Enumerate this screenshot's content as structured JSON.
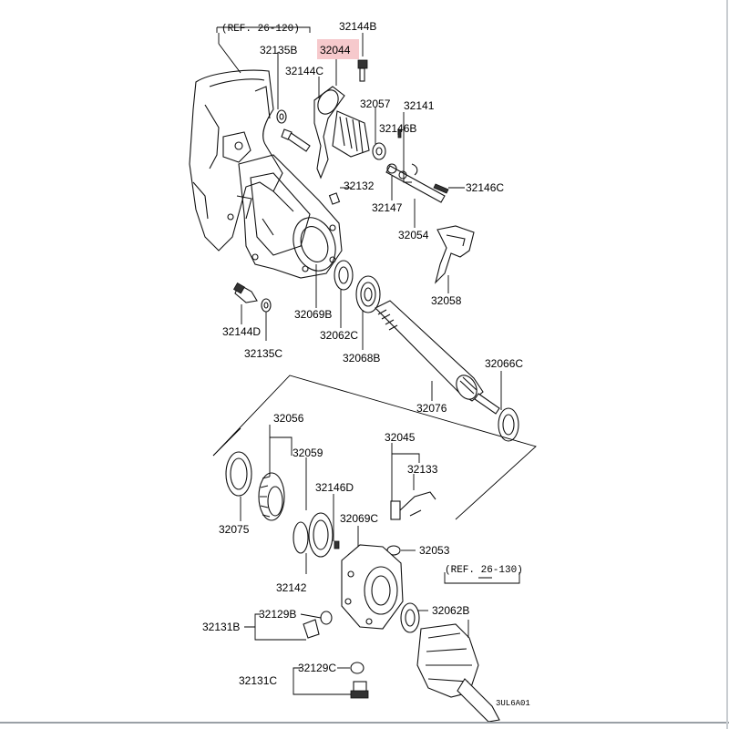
{
  "refs": {
    "top": "(REF. 26-120)",
    "bottom": "(REF. 26-130)"
  },
  "highlight_color": "#f6c9cc",
  "highlighted_part": "32044",
  "diagram_code": "3UL6A01",
  "labels": {
    "p32144B": "32144B",
    "p32044": "32044",
    "p32135B": "32135B",
    "p32144C": "32144C",
    "p32057": "32057",
    "p32141": "32141",
    "p32146B": "32146B",
    "p32146C": "32146C",
    "p32132": "32132",
    "p32147": "32147",
    "p32054": "32054",
    "p32058": "32058",
    "p32144D": "32144D",
    "p32069B": "32069B",
    "p32135C": "32135C",
    "p32062C": "32062C",
    "p32068B": "32068B",
    "p32066C": "32066C",
    "p32076": "32076",
    "p32056": "32056",
    "p32059": "32059",
    "p32045": "32045",
    "p32133": "32133",
    "p32146D": "32146D",
    "p32075": "32075",
    "p32069C": "32069C",
    "p32053": "32053",
    "p32142": "32142",
    "p32062B": "32062B",
    "p32131B": "32131B",
    "p32129B": "32129B",
    "p32129C": "32129C",
    "p32131C": "32131C"
  }
}
